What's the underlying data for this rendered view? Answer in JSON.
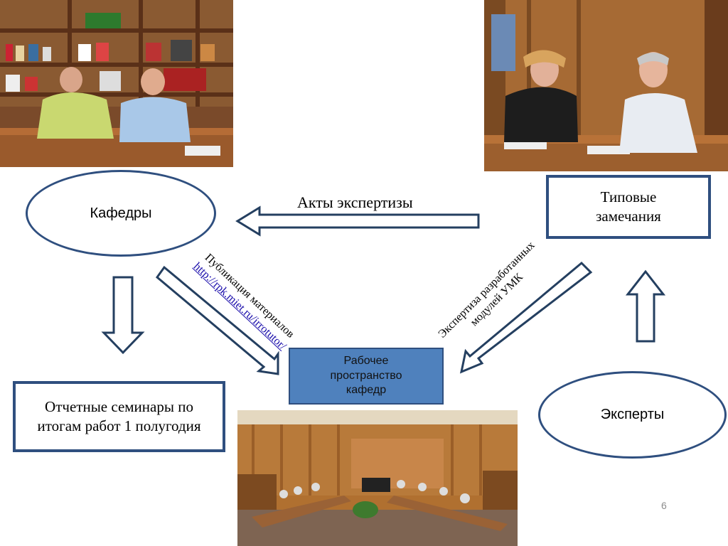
{
  "nodes": {
    "kafedry": "Кафедры",
    "tipovye": "Типовые замечания",
    "seminary": "Отчетные семинары по итогам работ 1 полугодия",
    "eksperty": "Эксперты",
    "workspace": "Рабочее пространство кафедр"
  },
  "labels": {
    "akty": "Акты экспертизы",
    "publikaciya": "Публикация материалов",
    "publikaciya_link": "http://rpk.miet.ru/irrotutor/",
    "ekspertiza": "Экспертиза разработанных модулей УМК"
  },
  "page_number": "6",
  "colors": {
    "accent": "#2f4f7f",
    "workspace_fill": "#4f81bd"
  }
}
